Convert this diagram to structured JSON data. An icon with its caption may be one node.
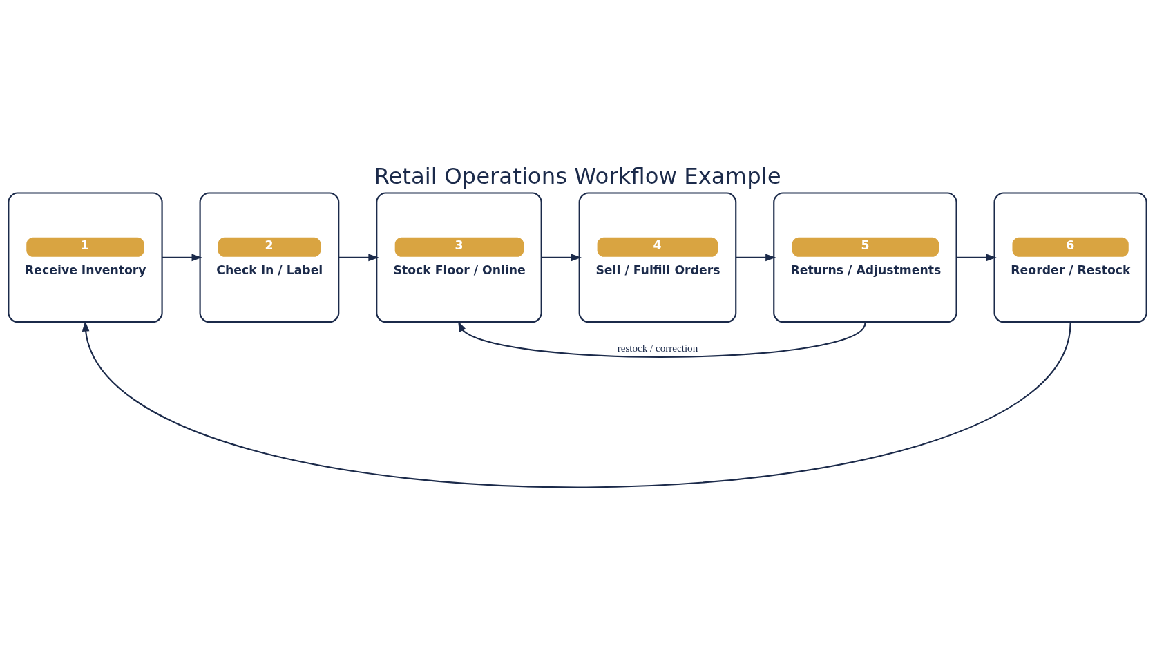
{
  "diagram": {
    "title": "Retail Operations Workflow Example",
    "nodes": [
      {
        "text": [
          "1",
          "Receive Inventory"
        ]
      },
      {
        "text": [
          "2",
          "Check In / Label"
        ]
      },
      {
        "text": [
          "3",
          "Stock Floor / Online"
        ]
      },
      {
        "text": [
          "4",
          "Sell / Fulfill Orders"
        ]
      },
      {
        "text": [
          "5",
          "Returns / Adjustments"
        ]
      },
      {
        "text": [
          "6",
          "Reorder / Restock"
        ]
      }
    ],
    "edges": [
      {
        "from": 0,
        "to": 1,
        "arrow": "to"
      },
      {
        "from": 1,
        "to": 2,
        "arrow": "to"
      },
      {
        "from": 2,
        "to": 3,
        "arrow": "to"
      },
      {
        "from": 3,
        "to": 4,
        "arrow": "to"
      },
      {
        "from": 4,
        "to": 5,
        "arrow": "to"
      },
      {
        "from": 4,
        "to": 2,
        "arrow": "to",
        "label": "restock / correction"
      },
      {
        "from": 5,
        "to": 0,
        "arrow": "to"
      }
    ]
  }
}
